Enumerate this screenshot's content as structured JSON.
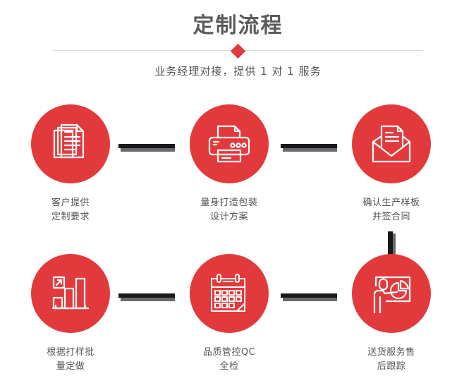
{
  "header": {
    "title": "定制流程",
    "subtitle": "业务经理对接，提供 1 对 1 服务",
    "divider_icon": "diamond-icon",
    "accent_color": "#e23a3c",
    "title_color": "#5c5c5c",
    "divider_color": "#d8d8d8"
  },
  "connectors": {
    "bar_color": "#19191b",
    "shadow_color": "#6a6a6c",
    "horizontal": [
      {
        "name": "connector-step1-step2"
      },
      {
        "name": "connector-step2-step3"
      },
      {
        "name": "connector-step4-step5"
      },
      {
        "name": "connector-step5-step6"
      }
    ],
    "vertical": [
      {
        "name": "connector-step3-step6"
      }
    ]
  },
  "steps": [
    {
      "index": 1,
      "icon": "documents-stack-icon",
      "caption_line1": "客户提供",
      "caption_line2": "定制要求"
    },
    {
      "index": 2,
      "icon": "printer-icon",
      "caption_line1": "量身打造包装",
      "caption_line2": "设计方案"
    },
    {
      "index": 3,
      "icon": "envelope-document-icon",
      "caption_line1": "确认生产样板",
      "caption_line2": "并签合同"
    },
    {
      "index": 4,
      "icon": "bar-chart-growth-icon",
      "caption_line1": "根据打样批",
      "caption_line2": "量定做"
    },
    {
      "index": 5,
      "icon": "calendar-icon",
      "caption_line1": "品质管控QC",
      "caption_line2": "全检"
    },
    {
      "index": 6,
      "icon": "presentation-person-pie-chart-icon",
      "caption_line1": "送货服务售",
      "caption_line2": "后跟踪"
    }
  ]
}
